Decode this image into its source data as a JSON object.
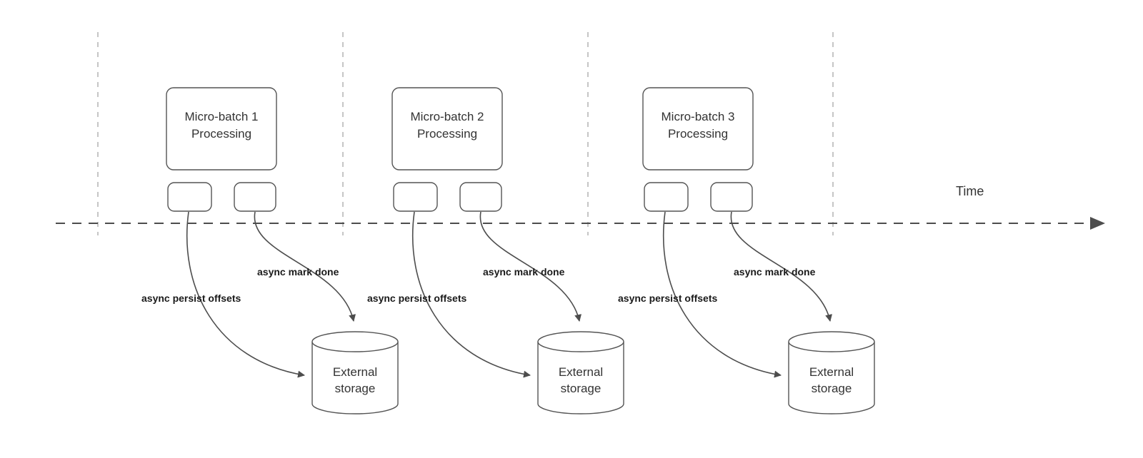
{
  "diagram": {
    "time_label": "Time",
    "batches": [
      {
        "title_line1": "Micro-batch 1",
        "title_line2": "Processing",
        "persist_label": "async persist offsets",
        "done_label": "async mark done",
        "storage_line1": "External",
        "storage_line2": "storage"
      },
      {
        "title_line1": "Micro-batch 2",
        "title_line2": "Processing",
        "persist_label": "async persist offsets",
        "done_label": "async mark done",
        "storage_line1": "External",
        "storage_line2": "storage"
      },
      {
        "title_line1": "Micro-batch 3",
        "title_line2": "Processing",
        "persist_label": "async persist offsets",
        "done_label": "async mark done",
        "storage_line1": "External",
        "storage_line2": "storage"
      }
    ],
    "colors": {
      "shape_stroke": "#545454",
      "arrow": "#4d4d4d",
      "text": "#333333",
      "guide": "#b3b3b3",
      "background": "#ffffff"
    }
  }
}
